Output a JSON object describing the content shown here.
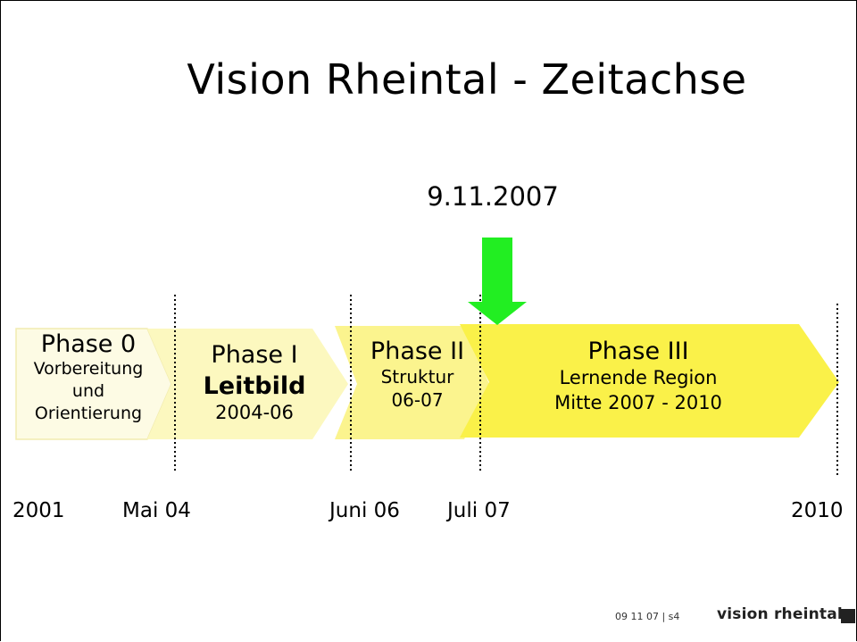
{
  "slide": {
    "title": "Vision Rheintal - Zeitachse",
    "current_date": "9.11.2007"
  },
  "phases": [
    {
      "name": "Phase 0",
      "lines": [
        "Vorbereitung",
        "und",
        "Orientierung"
      ]
    },
    {
      "name": "Phase I",
      "bold": "Leitbild",
      "lines": [
        "2004-06"
      ]
    },
    {
      "name": "Phase II",
      "lines": [
        "Struktur",
        "06-07"
      ]
    },
    {
      "name": "Phase III",
      "lines": [
        "Lernende Region",
        "Mitte 2007 - 2010"
      ]
    }
  ],
  "timeline_labels": [
    "2001",
    "Mai 04",
    "Juni 06",
    "Juli 07",
    "2010"
  ],
  "footer": {
    "date_page": "09 11 07 | s4",
    "brand": "vision rheintal"
  },
  "colors": {
    "phase0": "#fdfbe4",
    "phase1": "#fcf8bf",
    "phase2": "#fbf48e",
    "phase3": "#faf149",
    "arrow": "#22ee22"
  }
}
